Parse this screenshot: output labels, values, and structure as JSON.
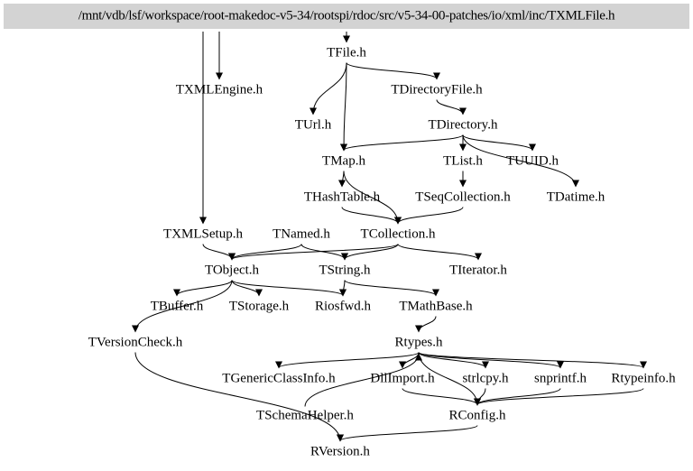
{
  "root": "/mnt/vdb/lsf/workspace/root-makedoc-v5-34/rootspi/rdoc/src/v5-34-00-patches/io/xml/inc/TXMLFile.h",
  "nodes": {
    "tfile": "TFile.h",
    "txmlengine": "TXMLEngine.h",
    "tdirectoryfile": "TDirectoryFile.h",
    "turl": "TUrl.h",
    "tdirectory": "TDirectory.h",
    "tmap": "TMap.h",
    "tlist": "TList.h",
    "tuuid": "TUUID.h",
    "thashtable": "THashTable.h",
    "tseqcollection": "TSeqCollection.h",
    "tdatime": "TDatime.h",
    "txmlsetup": "TXMLSetup.h",
    "tnamed": "TNamed.h",
    "tcollection": "TCollection.h",
    "tobject": "TObject.h",
    "tstring": "TString.h",
    "titerator": "TIterator.h",
    "tbuffer": "TBuffer.h",
    "tstorage": "TStorage.h",
    "riosfwd": "Riosfwd.h",
    "tmathbase": "TMathBase.h",
    "tversioncheck": "TVersionCheck.h",
    "rtypes": "Rtypes.h",
    "tgenericclassinfo": "TGenericClassInfo.h",
    "dllimport": "DllImport.h",
    "strlcpy": "strlcpy.h",
    "snprintf": "snprintf.h",
    "rtypeinfo": "Rtypeinfo.h",
    "tschemahelper": "TSchemaHelper.h",
    "rconfig": "RConfig.h",
    "rversion": "RVersion.h"
  },
  "edges": [
    [
      "root",
      "tfile"
    ],
    [
      "root",
      "txmlengine"
    ],
    [
      "root",
      "txmlsetup"
    ],
    [
      "tfile",
      "tdirectoryfile"
    ],
    [
      "tfile",
      "turl"
    ],
    [
      "tfile",
      "tmap"
    ],
    [
      "tdirectoryfile",
      "tdirectory"
    ],
    [
      "tdirectory",
      "tmap"
    ],
    [
      "tdirectory",
      "tlist"
    ],
    [
      "tdirectory",
      "tuuid"
    ],
    [
      "tdirectory",
      "tdatime"
    ],
    [
      "tmap",
      "thashtable"
    ],
    [
      "tmap",
      "tcollection"
    ],
    [
      "tlist",
      "tseqcollection"
    ],
    [
      "thashtable",
      "tcollection"
    ],
    [
      "tseqcollection",
      "tcollection"
    ],
    [
      "txmlsetup",
      "tobject"
    ],
    [
      "tnamed",
      "tobject"
    ],
    [
      "tnamed",
      "tstring"
    ],
    [
      "tcollection",
      "tobject"
    ],
    [
      "tcollection",
      "tstring"
    ],
    [
      "tcollection",
      "titerator"
    ],
    [
      "tobject",
      "tbuffer"
    ],
    [
      "tobject",
      "tstorage"
    ],
    [
      "tobject",
      "riosfwd"
    ],
    [
      "tobject",
      "tversioncheck"
    ],
    [
      "tstring",
      "riosfwd"
    ],
    [
      "tstring",
      "tmathbase"
    ],
    [
      "tmathbase",
      "rtypes"
    ],
    [
      "tversioncheck",
      "rversion"
    ],
    [
      "rtypes",
      "tgenericclassinfo"
    ],
    [
      "rtypes",
      "dllimport"
    ],
    [
      "rtypes",
      "strlcpy"
    ],
    [
      "rtypes",
      "snprintf"
    ],
    [
      "rtypes",
      "rtypeinfo"
    ],
    [
      "rtypes",
      "rconfig"
    ],
    [
      "tschemahelper",
      "rtypes"
    ],
    [
      "strlcpy",
      "rconfig"
    ],
    [
      "snprintf",
      "rconfig"
    ],
    [
      "rtypeinfo",
      "rconfig"
    ],
    [
      "dllimport",
      "rconfig"
    ],
    [
      "rconfig",
      "rversion"
    ]
  ]
}
